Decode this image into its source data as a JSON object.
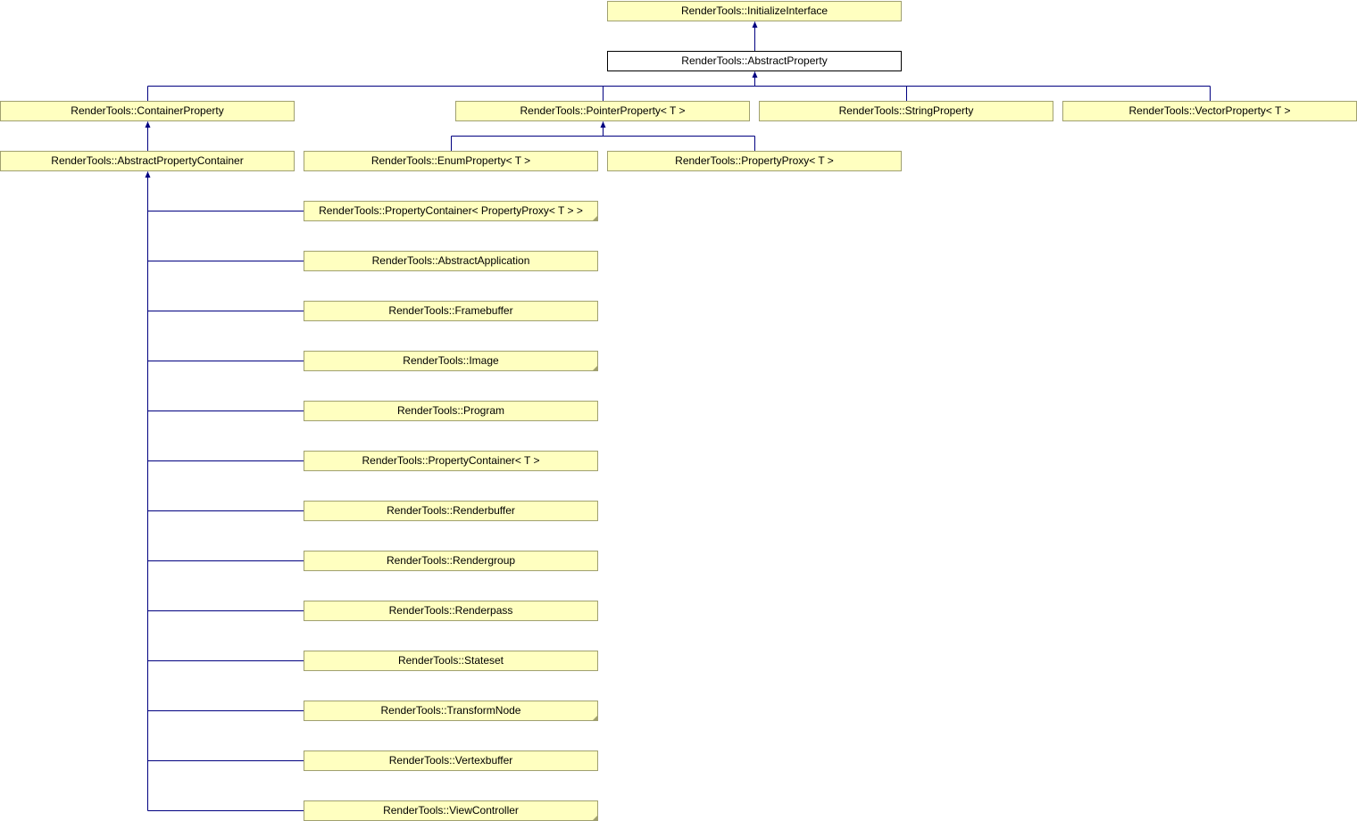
{
  "colors": {
    "edge": "#000080",
    "node_fill": "#ffffc0",
    "node_border": "#a0a070",
    "current_fill": "#ffffff"
  },
  "nodes": {
    "initialize_interface": "RenderTools::InitializeInterface",
    "abstract_property": "RenderTools::AbstractProperty",
    "container_property": "RenderTools::ContainerProperty",
    "pointer_property": "RenderTools::PointerProperty< T >",
    "string_property": "RenderTools::StringProperty",
    "vector_property": "RenderTools::VectorProperty< T >",
    "abstract_property_container": "RenderTools::AbstractPropertyContainer",
    "enum_property": "RenderTools::EnumProperty< T >",
    "property_proxy": "RenderTools::PropertyProxy< T >"
  },
  "container_children": [
    {
      "label": "RenderTools::PropertyContainer< PropertyProxy< T > >",
      "truncated": true
    },
    {
      "label": "RenderTools::AbstractApplication",
      "truncated": false
    },
    {
      "label": "RenderTools::Framebuffer",
      "truncated": false
    },
    {
      "label": "RenderTools::Image",
      "truncated": true
    },
    {
      "label": "RenderTools::Program",
      "truncated": false
    },
    {
      "label": "RenderTools::PropertyContainer< T >",
      "truncated": false
    },
    {
      "label": "RenderTools::Renderbuffer",
      "truncated": false
    },
    {
      "label": "RenderTools::Rendergroup",
      "truncated": false
    },
    {
      "label": "RenderTools::Renderpass",
      "truncated": false
    },
    {
      "label": "RenderTools::Stateset",
      "truncated": false
    },
    {
      "label": "RenderTools::TransformNode",
      "truncated": true
    },
    {
      "label": "RenderTools::Vertexbuffer",
      "truncated": false
    },
    {
      "label": "RenderTools::ViewController",
      "truncated": true
    }
  ]
}
